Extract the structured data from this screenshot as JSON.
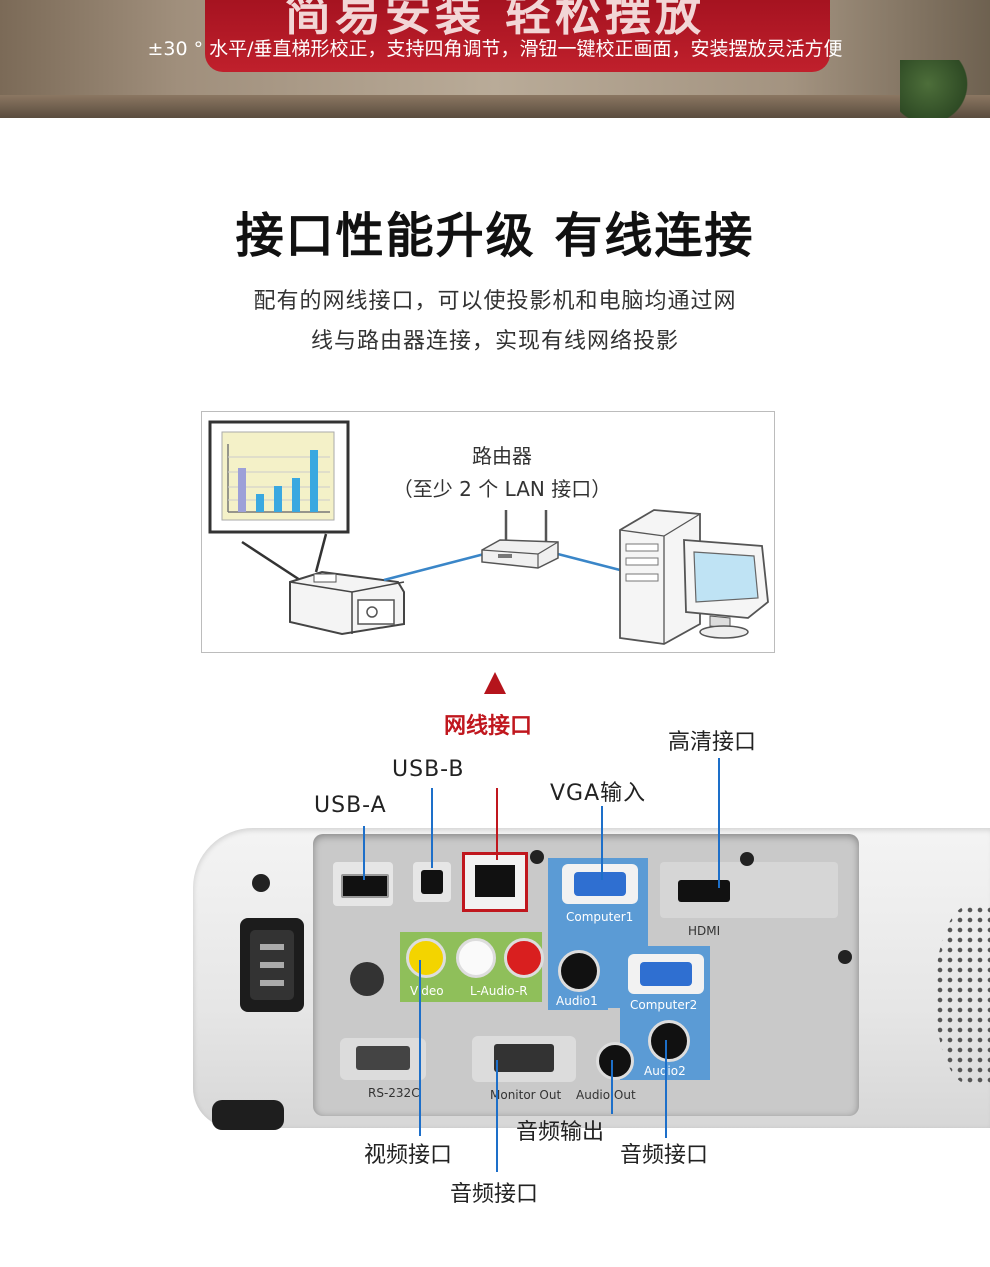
{
  "banner": {
    "headline": "简易安装 轻松摆放",
    "subtitle": "±30 ° 水平/垂直梯形校正，支持四角调节，滑钮一键校正画面，安装摆放灵活方便"
  },
  "section": {
    "title": "接口性能升级 有线连接",
    "description_line1": "配有的网线接口，可以使投影机和电脑均通过网",
    "description_line2": "线与路由器连接，实现有线网络投影"
  },
  "diagram": {
    "router_label_line1": "路由器",
    "router_label_line2": "（至少 2 个 LAN 接口）"
  },
  "ports": {
    "lan": "网线接口",
    "usb_b": "USB-B",
    "usb_a": "USB-A",
    "vga_in": "VGA输入",
    "hdmi": "高清接口",
    "video": "视频接口",
    "audio_out": "音频输出",
    "audio_in_right": "音频接口",
    "audio_in_bottom": "音频接口"
  },
  "panel_labels": {
    "computer1": "Computer1",
    "computer2": "Computer2",
    "hdmi": "HDMI",
    "video": "Video",
    "l_audio_r": "L-Audio-R",
    "audio1": "Audio1",
    "audio2": "Audio2",
    "rs232c": "RS-232C",
    "monitor_out": "Monitor Out",
    "audio_out": "Audio Out"
  },
  "colors": {
    "accent_red": "#c0171e",
    "port_blue": "#5b9bd5",
    "port_green": "#8fbf5a",
    "cable_blue": "#3a86c8"
  },
  "icons": [
    "up-arrow-icon",
    "projector-icon",
    "router-icon",
    "computer-icon",
    "screen-chart-icon"
  ]
}
